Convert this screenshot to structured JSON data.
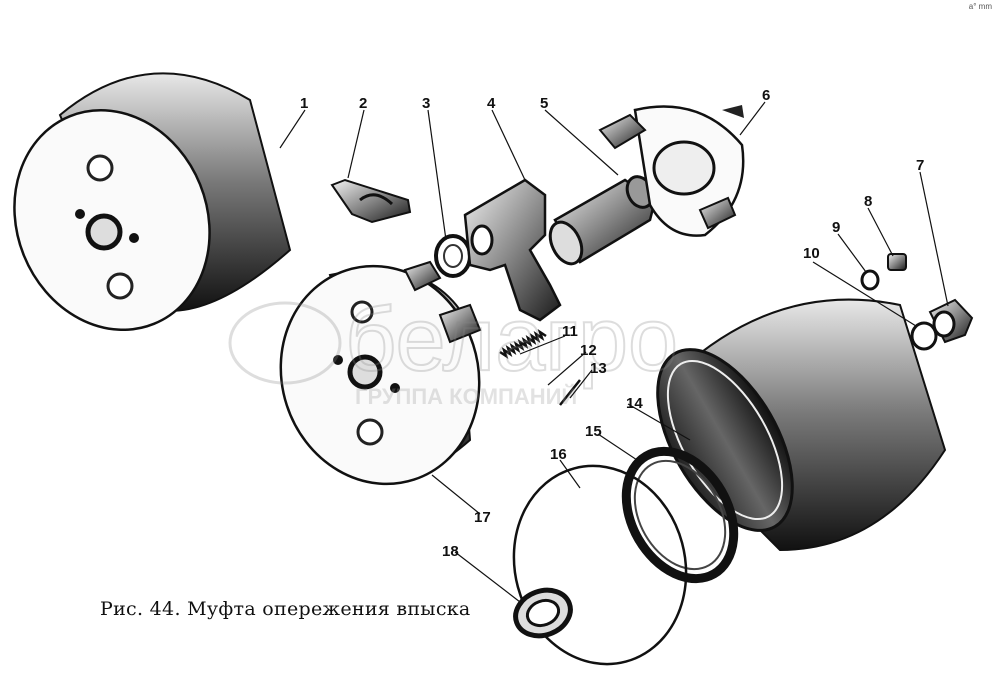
{
  "caption": "Рис. 44. Муфта опережения впыска",
  "watermark": {
    "brand": "белагро",
    "subtitle": "ГРУППА КОМПАНИЙ"
  },
  "corner_note": "a° mm",
  "callouts": [
    "1",
    "2",
    "3",
    "4",
    "5",
    "6",
    "7",
    "8",
    "9",
    "10",
    "11",
    "12",
    "13",
    "14",
    "15",
    "16",
    "17",
    "18"
  ]
}
